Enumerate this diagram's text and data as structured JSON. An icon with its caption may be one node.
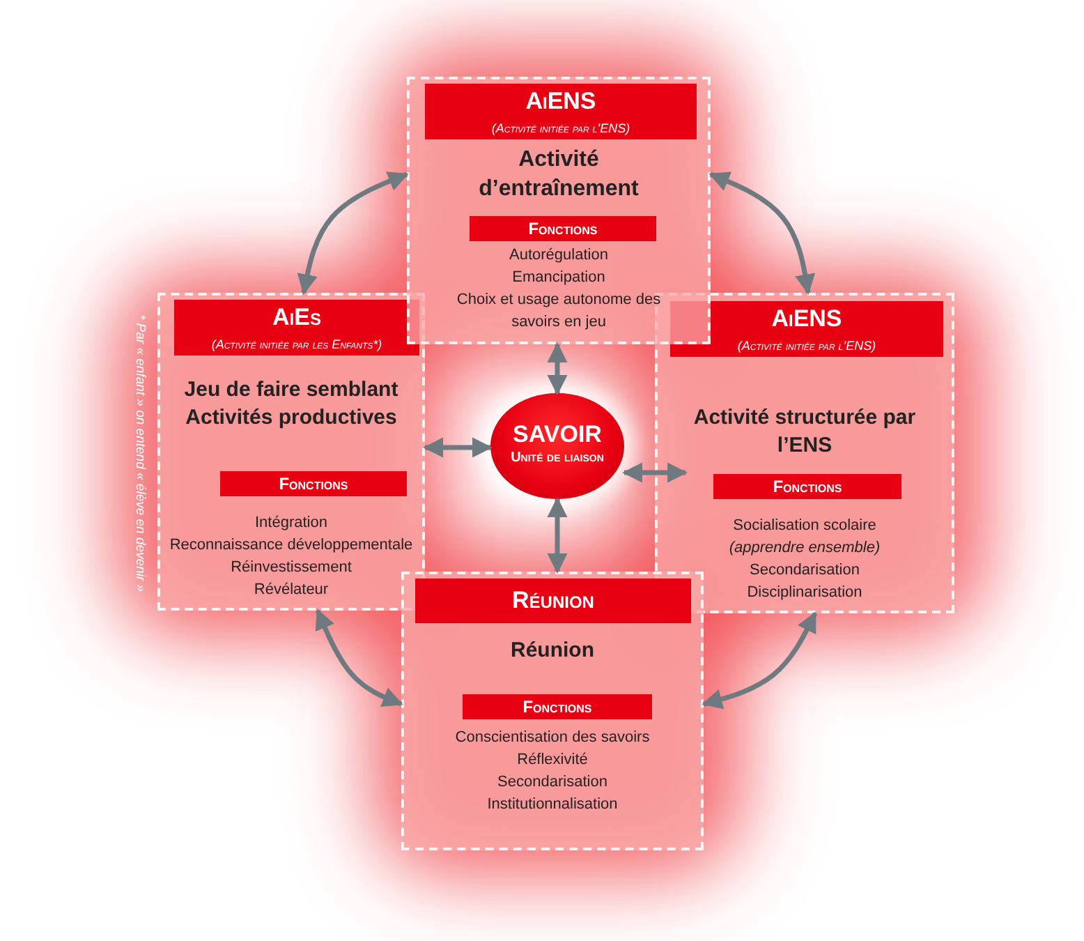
{
  "diagram": {
    "nodes": [
      {
        "text": [
          "Activité d’entraînement",
          "Autorégulation",
          "Emancipation",
          "Choix et usage autonome des savoirs en jeu"
        ]
      },
      {
        "text": [
          "AiENS",
          "(Activité initiée par l’ENS)"
        ],
        "in": 0
      },
      {
        "text": [
          "Fonctions"
        ],
        "in": 0
      },
      {
        "text": [
          "Jeu de faire semblant",
          "Activités productives",
          "Intégration",
          "Reconnaissance développementale",
          "Réinvestissement",
          "Révélateur"
        ]
      },
      {
        "text": [
          "AiEs",
          "(Activité initiée par les Enfants*)"
        ],
        "in": 3
      },
      {
        "text": [
          "Fonctions"
        ],
        "in": 3
      },
      {
        "text": [
          "SAVOIR",
          "Unité de liaison"
        ]
      },
      {
        "text": [
          "Activité structurée par l’ENS",
          "Socialisation scolaire",
          "(apprendre ensemble)",
          "Secondarisation",
          "Disciplinarisation"
        ]
      },
      {
        "text": [
          "AiENS",
          "(Activité initiée par l’ENS)"
        ],
        "in": 7
      },
      {
        "text": [
          "Fonctions"
        ],
        "in": 7
      },
      {
        "text": [
          "Réunion",
          "Conscientisation des savoirs",
          "Réflexivité",
          "Secondarisation",
          "Institutionnalisation"
        ]
      },
      {
        "text": [
          "Réunion"
        ],
        "in": 10
      },
      {
        "text": [
          "Fonctions"
        ],
        "in": 10
      }
    ],
    "edges": [
      {
        "from": 0,
        "to": 3,
        "arrow": "both"
      },
      {
        "from": 0,
        "to": 7,
        "arrow": "both"
      },
      {
        "from": 3,
        "to": 10,
        "arrow": "both"
      },
      {
        "from": 7,
        "to": 10,
        "arrow": "both"
      },
      {
        "from": 6,
        "to": 0,
        "arrow": "both"
      },
      {
        "from": 6,
        "to": 3,
        "arrow": "both"
      },
      {
        "from": 6,
        "to": 7,
        "arrow": "both"
      },
      {
        "from": 6,
        "to": 10,
        "arrow": "both"
      }
    ],
    "labels": [
      "* Par « enfant » on entend « élève en devenir »"
    ]
  }
}
